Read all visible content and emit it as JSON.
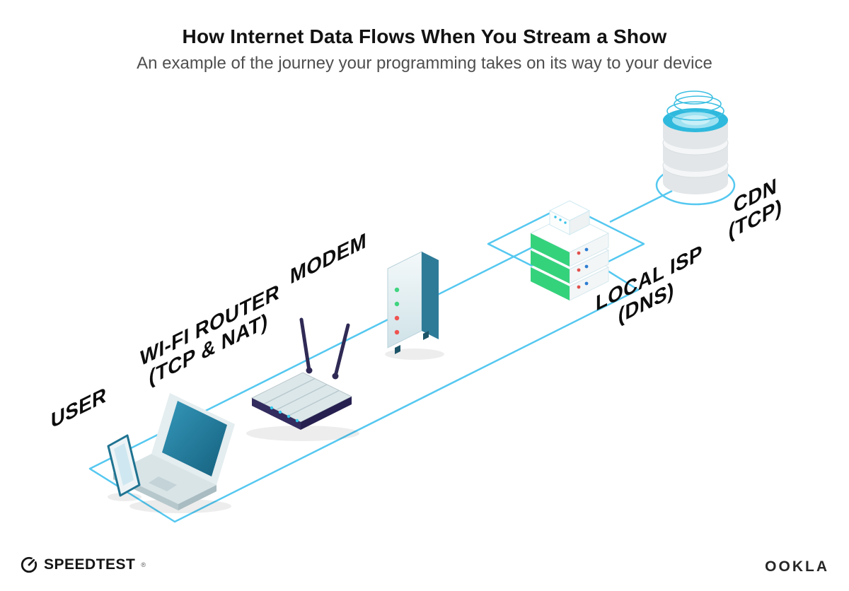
{
  "title": "How Internet Data Flows When You Stream a Show",
  "subtitle": "An example of the journey your programming takes on its way to your device",
  "diagram": {
    "nodes": [
      {
        "id": "user",
        "label": "USER",
        "sub": ""
      },
      {
        "id": "wifi-router",
        "label": "WI-FI ROUTER",
        "sub": "(TCP & NAT)"
      },
      {
        "id": "modem",
        "label": "MODEM",
        "sub": ""
      },
      {
        "id": "local-isp",
        "label": "LOCAL ISP",
        "sub": "(DNS)"
      },
      {
        "id": "cdn",
        "label": "CDN",
        "sub": "(TCP)"
      }
    ]
  },
  "colors": {
    "line": "#55c8f0",
    "server_green": "#35d27c",
    "cdn_teal": "#2fb9dd",
    "router_leds": "#35c9ec",
    "device_teal": "#1e7291",
    "router_navy": "#332c5e"
  },
  "devices": {
    "modem": {
      "leds": [
        "#3fd47f",
        "#3fd47f",
        "#ef5350",
        "#ef5350"
      ]
    }
  },
  "footer": {
    "speedtest": "SPEEDTEST",
    "trademark": "®",
    "ookla": "OOKLA"
  }
}
